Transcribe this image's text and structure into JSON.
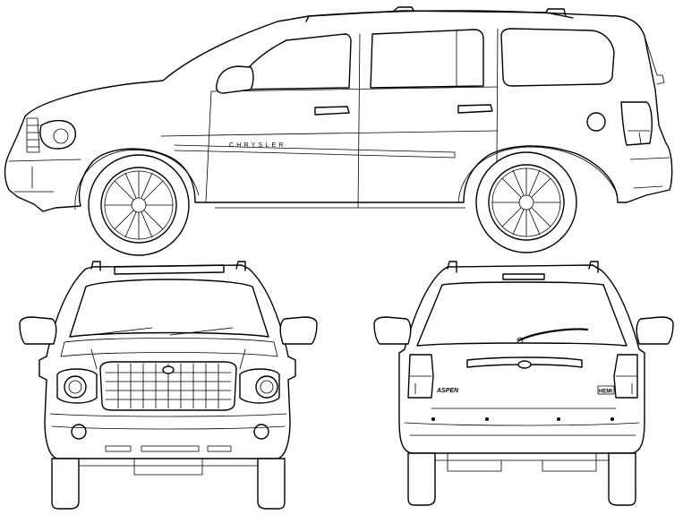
{
  "side_badge": "CHRYSLER",
  "rear_badge_left": "ASPEN",
  "rear_badge_right": "HEMI"
}
